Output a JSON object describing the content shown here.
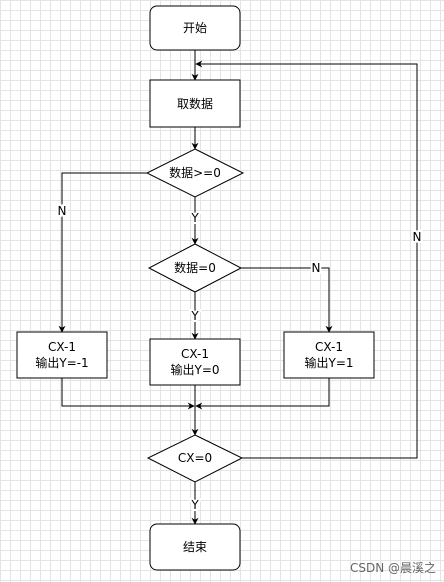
{
  "nodes": {
    "start": "开始",
    "fetch": "取数据",
    "cond_ge0": "数据>=0",
    "cond_eq0": "数据=0",
    "neg_line1": "CX-1",
    "neg_line2": "输出Y=-1",
    "zero_line1": "CX-1",
    "zero_line2": "输出Y=0",
    "pos_line1": "CX-1",
    "pos_line2": "输出Y=1",
    "cond_cx0": "CX=0",
    "end": "结束"
  },
  "edges": {
    "ge0_no": "N",
    "ge0_yes": "Y",
    "eq0_no": "N",
    "eq0_yes": "Y",
    "cx0_no": "N",
    "cx0_yes": "Y"
  },
  "watermark": "CSDN @晨溪之"
}
